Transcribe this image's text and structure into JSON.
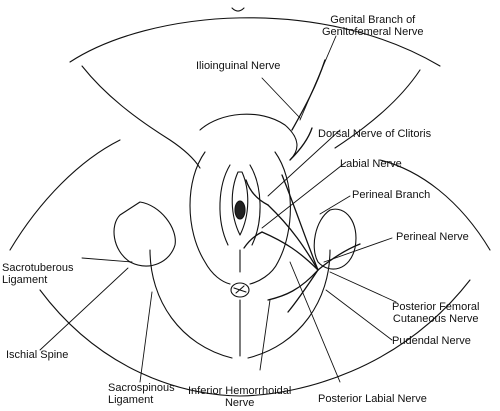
{
  "labels": {
    "genital_branch_line1": "Genital Branch of",
    "genital_branch_line2": "Genitofemeral Nerve",
    "ilioinguinal": "Ilioinguinal Nerve",
    "dorsal_nerve_clitoris": "Dorsal Nerve of Clitoris",
    "labial_nerve": "Labial Nerve",
    "perineal_branch": "Perineal Branch",
    "perineal_nerve": "Perineal Nerve",
    "sacrotuberous_line1": "Sacrotuberous",
    "sacrotuberous_line2": "Ligament",
    "posterior_femoral_line1": "Posterior Femoral",
    "posterior_femoral_line2": "Cutaneous Nerve",
    "ischial_spine": "Ischial Spine",
    "pudendal_nerve": "Pudendal Nerve",
    "sacrospinous_line1": "Sacrospinous",
    "sacrospinous_line2": "Ligament",
    "inferior_hemorrhoidal_line1": "Inferior Hemorrhoidal",
    "inferior_hemorrhoidal_line2": "Nerve",
    "posterior_labial": "Posterior Labial Nerve"
  },
  "colors": {
    "line": "#111111",
    "background": "#ffffff"
  }
}
